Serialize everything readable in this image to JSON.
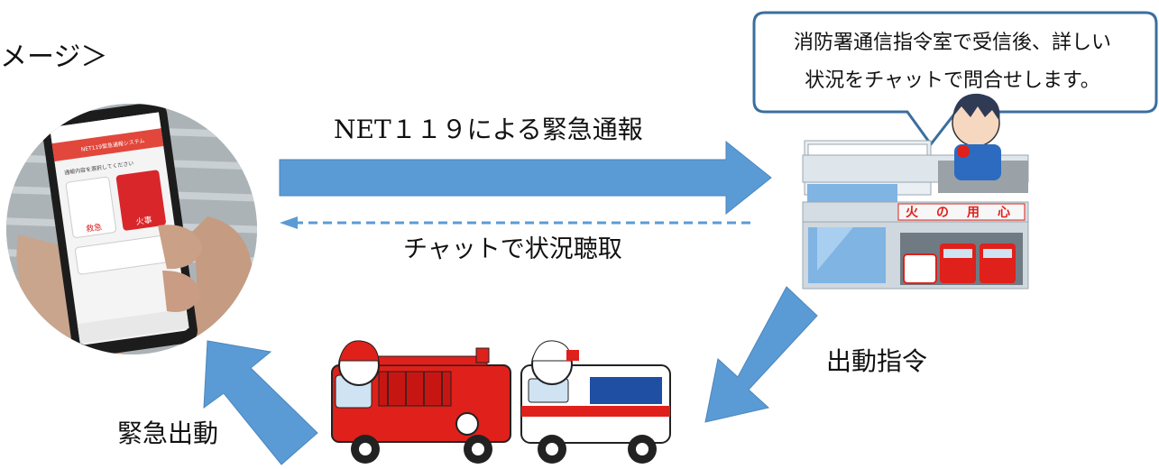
{
  "title": "メージ＞",
  "labels": {
    "net119": "NET１１９による緊急通報",
    "chat": "チャットで状況聴取",
    "dispatch": "出動指令",
    "emergency": "緊急出動"
  },
  "bubble": {
    "line1": "消防署通信指令室で受信後、詳しい",
    "line2": "状況をチャットで問合せします。"
  },
  "phone_screen": {
    "header": "NET119緊急通報システム",
    "prompt": "通報内容を選択してください",
    "btn_ambulance": "救急",
    "btn_fire": "火事"
  },
  "station_sign": [
    "火",
    "の",
    "用",
    "心"
  ],
  "colors": {
    "arrow_blue": "#5b9bd5",
    "bubble_border": "#3a6f9e",
    "fire_red": "#e0201a"
  }
}
